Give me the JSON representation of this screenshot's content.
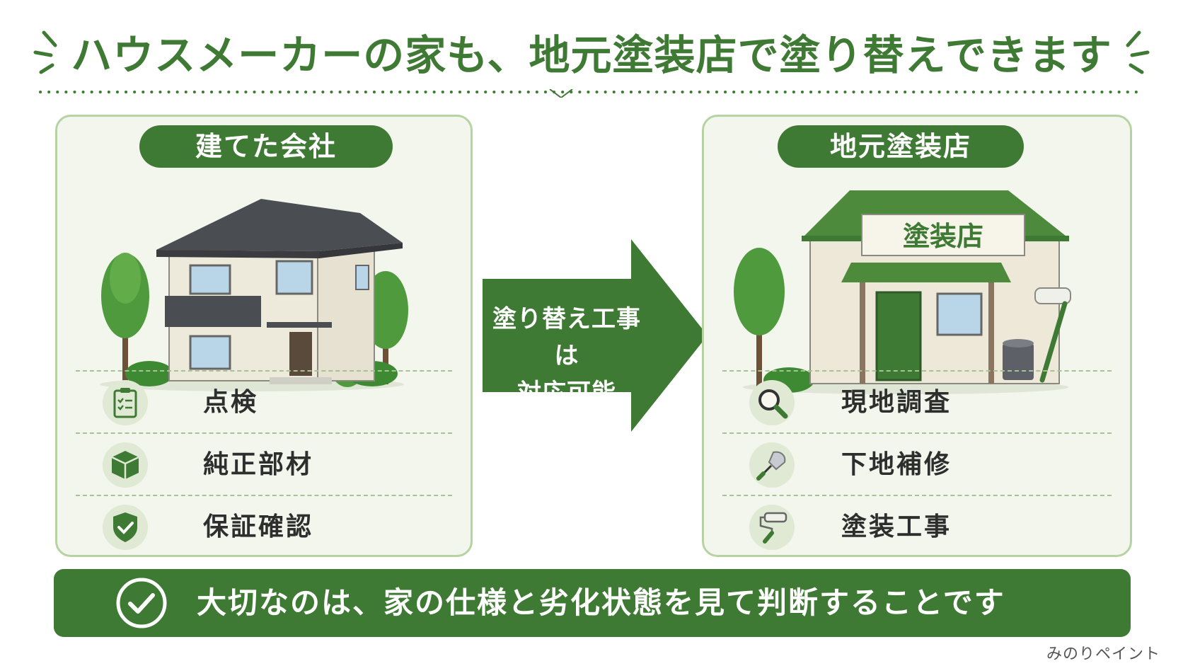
{
  "title": "ハウスメーカーの家も、地元塗装店で塗り替えできます",
  "left_panel": {
    "heading": "建てた会社",
    "items": [
      {
        "label": "点検",
        "icon": "clipboard-checklist-icon"
      },
      {
        "label": "純正部材",
        "icon": "box-icon"
      },
      {
        "label": "保証確認",
        "icon": "shield-check-icon"
      }
    ]
  },
  "right_panel": {
    "heading": "地元塗装店",
    "shop_sign": "塗装店",
    "items": [
      {
        "label": "現地調査",
        "icon": "magnifier-icon"
      },
      {
        "label": "下地補修",
        "icon": "trowel-icon"
      },
      {
        "label": "塗装工事",
        "icon": "paint-roller-icon"
      }
    ]
  },
  "arrow": {
    "line1": "塗り替え工事は",
    "line2": "対応可能"
  },
  "banner": {
    "text": "大切なのは、家の仕様と劣化状態を見て判断することです",
    "icon": "check-circle-icon"
  },
  "brand": "みのりペイント",
  "colors": {
    "primary_green": "#3f7a34",
    "panel_background": "#f3f6ec",
    "panel_border": "#b7d3a4",
    "icon_background": "#dfe9d3"
  }
}
